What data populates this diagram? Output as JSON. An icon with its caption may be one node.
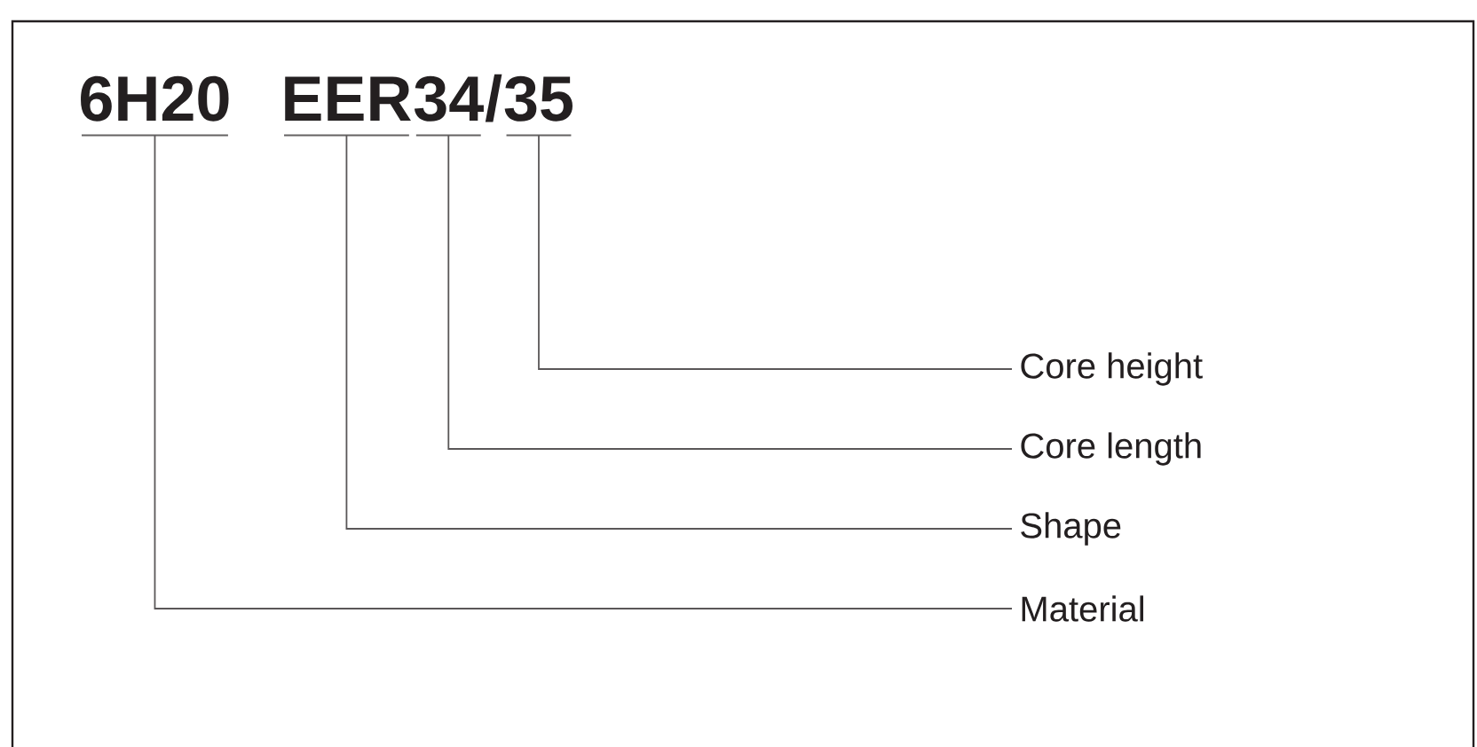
{
  "diagram": {
    "nodes": [
      {
        "text": [
          "6H20"
        ]
      },
      {
        "text": [
          "EER"
        ]
      },
      {
        "text": [
          "34"
        ]
      },
      {
        "text": [
          "35"
        ]
      },
      {
        "text": [
          "Core height"
        ]
      },
      {
        "text": [
          "Core length"
        ]
      },
      {
        "text": [
          "Shape"
        ]
      },
      {
        "text": [
          "Material"
        ]
      }
    ],
    "edges": [
      {
        "from": 3,
        "to": 4,
        "arrow": "none"
      },
      {
        "from": 2,
        "to": 5,
        "arrow": "none"
      },
      {
        "from": 1,
        "to": 6,
        "arrow": "none"
      },
      {
        "from": 0,
        "to": 7,
        "arrow": "none"
      }
    ],
    "labels": [
      "/"
    ]
  }
}
